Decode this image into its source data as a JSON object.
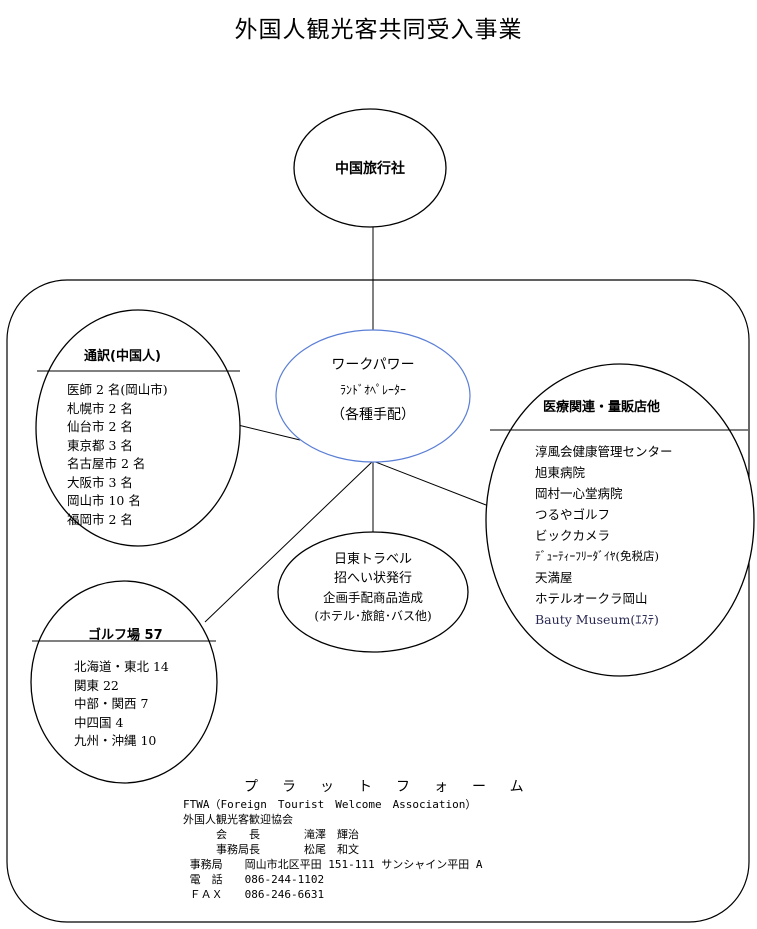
{
  "title": "外国人観光客共同受入事業",
  "china_agency": {
    "label": "中国旅行社"
  },
  "workpower": {
    "lines": [
      "ワークパワー",
      "ﾗﾝﾄﾞｵﾍﾟﾚｰﾀｰ",
      "（各種手配）"
    ]
  },
  "interpreters": {
    "header": "通訳(中国人)",
    "items": [
      "医師 2 名(岡山市)",
      "札幌市 2 名",
      "仙台市 2 名",
      "東京都 3 名",
      "名古屋市 2 名",
      "大阪市 3 名",
      "岡山市 10 名",
      "福岡市 2 名"
    ]
  },
  "medical": {
    "header": "医療関連・量販店他",
    "items": [
      "淳風会健康管理センター",
      "旭東病院",
      "岡村一心堂病院",
      "つるやゴルフ",
      "ビックカメラ",
      "ﾃﾞｭｰﾃｨｰﾌﾘｰﾀﾞｲﾔ(免税店)",
      "天満屋",
      "ホテルオークラ岡山",
      "Bauty Museum(ｴｽﾃ)"
    ]
  },
  "nitto": {
    "lines": [
      "日東トラベル",
      "招へい状発行",
      "企画手配商品造成",
      "(ホテル･旅館･バス他)"
    ]
  },
  "golf": {
    "header": "ゴルフ場 57",
    "items": [
      "北海道・東北 14",
      "関東 22",
      "中部・関西 7",
      "中四国 4",
      "九州・沖縄 10"
    ]
  },
  "platform": {
    "label": "プラットフォーム"
  },
  "footer": {
    "lines": [
      "FTWA（Foreign　Tourist　Welcome　Association）",
      "外国人観光客歓迎協会",
      "　　　会　　長　　　　滝澤　輝治",
      "　　　事務局長　　　　松尾　和文",
      " 事務局　　岡山市北区平田 151-111 サンシャイン平田 A",
      " 電　話　　086-244-1102",
      " ＦＡＸ　　086-246-6631"
    ]
  },
  "colors": {
    "workpower_border": "#5b7fd6",
    "line": "#000000"
  }
}
